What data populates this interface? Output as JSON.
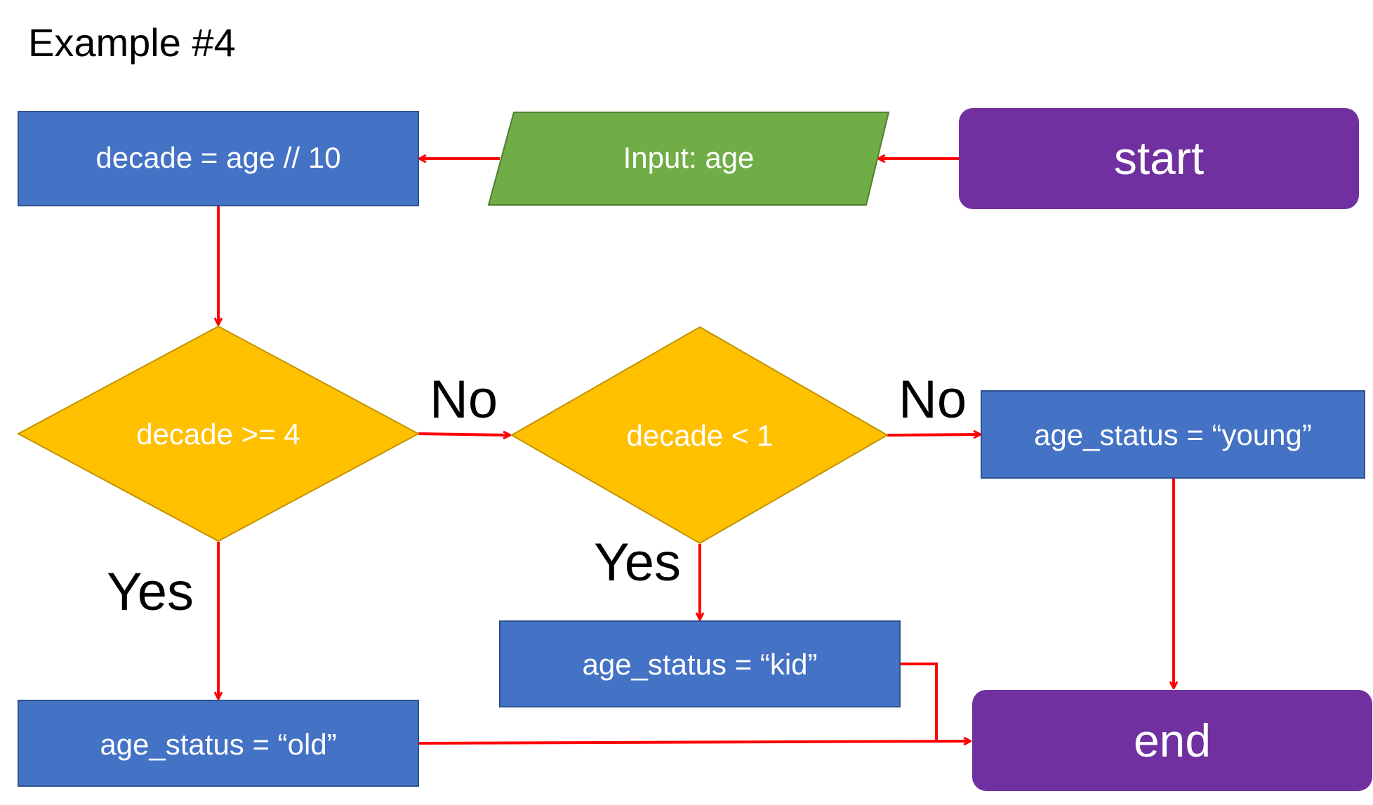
{
  "title": "Example #4",
  "colors": {
    "process": "#4472C4",
    "process_border": "#2F528F",
    "terminal": "#7030A0",
    "input": "#70AD47",
    "decision": "#FFC000",
    "decision_border": "#C49400",
    "arrow": "#FF0000",
    "node_text": "#FFFFFF"
  },
  "nodes": {
    "start": {
      "text": "start",
      "kind": "terminal"
    },
    "input": {
      "text": "Input: age",
      "kind": "input"
    },
    "decade_calc": {
      "text": "decade = age // 10",
      "kind": "process"
    },
    "decision_old": {
      "text": "decade >= 4",
      "kind": "decision"
    },
    "decision_kid": {
      "text": "decade < 1",
      "kind": "decision"
    },
    "status_young": {
      "text": "age_status = “young”",
      "kind": "process"
    },
    "status_kid": {
      "text": "age_status = “kid”",
      "kind": "process"
    },
    "status_old": {
      "text": "age_status = “old”",
      "kind": "process"
    },
    "end": {
      "text": "end",
      "kind": "terminal"
    }
  },
  "edge_labels": {
    "no_1": "No",
    "no_2": "No",
    "yes_1": "Yes",
    "yes_2": "Yes"
  },
  "edges": [
    {
      "from": "start",
      "to": "input"
    },
    {
      "from": "input",
      "to": "decade_calc"
    },
    {
      "from": "decade_calc",
      "to": "decision_old"
    },
    {
      "from": "decision_old",
      "to": "decision_kid",
      "label": "No"
    },
    {
      "from": "decision_old",
      "to": "status_old",
      "label": "Yes"
    },
    {
      "from": "decision_kid",
      "to": "status_young",
      "label": "No"
    },
    {
      "from": "decision_kid",
      "to": "status_kid",
      "label": "Yes"
    },
    {
      "from": "status_young",
      "to": "end"
    },
    {
      "from": "status_kid",
      "to": "end"
    },
    {
      "from": "status_old",
      "to": "end"
    }
  ]
}
